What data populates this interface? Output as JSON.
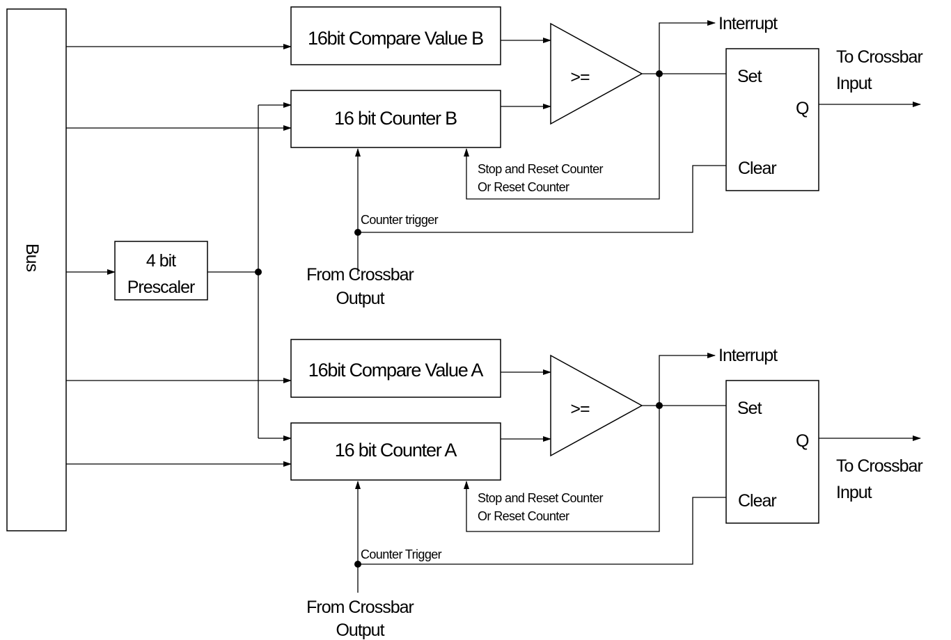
{
  "bus_label": "Bus",
  "prescaler": {
    "line1": "4 bit",
    "line2": "Prescaler"
  },
  "channel_b": {
    "compare_label": "16bit Compare Value B",
    "counter_label": "16 bit Counter B",
    "comparator_label": ">=",
    "interrupt_label": "Interrupt",
    "flipflop": {
      "set": "Set",
      "clear": "Clear",
      "q": "Q"
    },
    "output_line1": "To Crossbar",
    "output_line2": "Input",
    "reset_line1": "Stop and  Reset Counter",
    "reset_line2": "Or Reset Counter",
    "trigger_label": "Counter trigger",
    "source_line1": "From Crossbar",
    "source_line2": "Output"
  },
  "channel_a": {
    "compare_label": "16bit Compare Value A",
    "counter_label": "16 bit Counter A",
    "comparator_label": ">=",
    "interrupt_label": "Interrupt",
    "flipflop": {
      "set": "Set",
      "clear": "Clear",
      "q": "Q"
    },
    "output_line1": "To Crossbar",
    "output_line2": "Input",
    "reset_line1": "Stop and  Reset Counter",
    "reset_line2": "Or Reset Counter",
    "trigger_label": "Counter Trigger",
    "source_line1": "From Crossbar",
    "source_line2": "Output"
  }
}
